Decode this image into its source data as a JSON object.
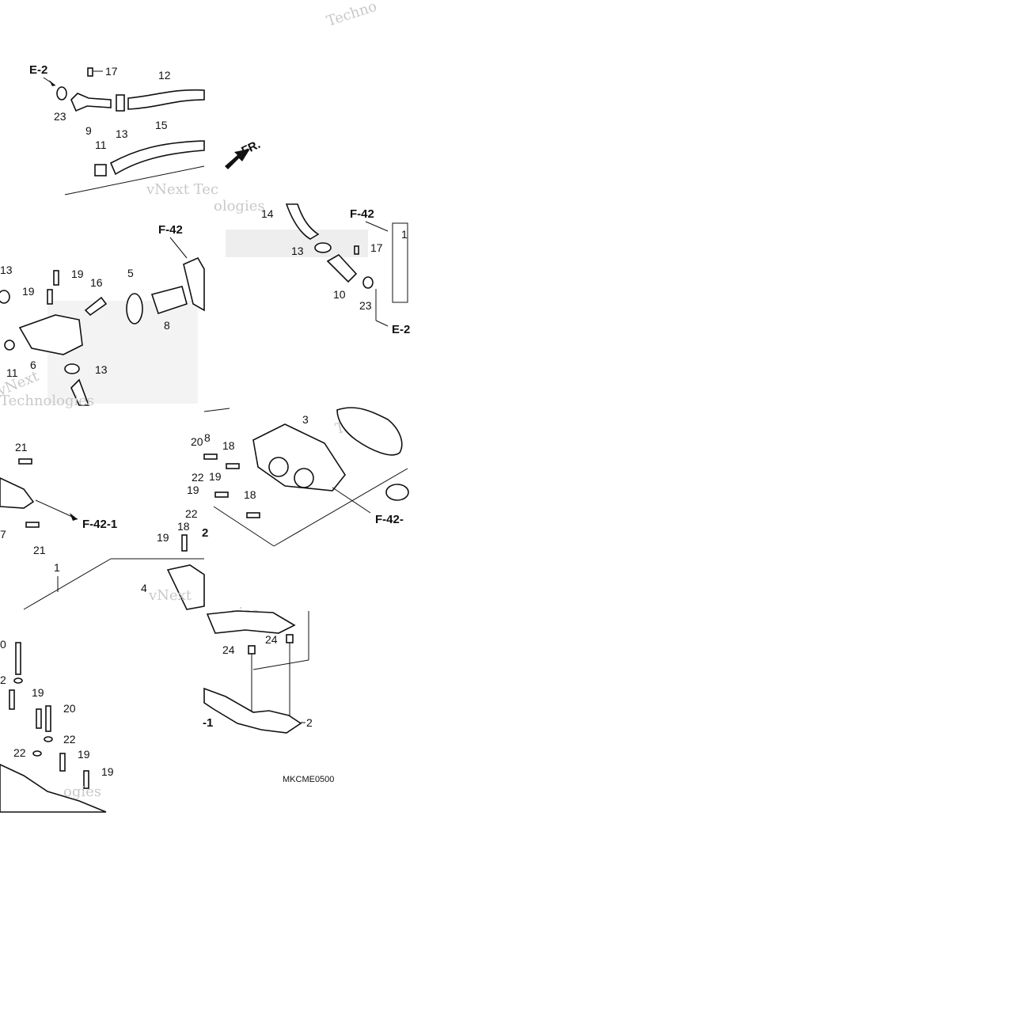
{
  "diagram_code": "MKCME0500",
  "direction_label": "FR.",
  "references": {
    "e2_top": "E-2",
    "e2_right": "E-2",
    "f42_mid": "F-42",
    "f42_right": "F-42",
    "f421_left": "F-42-1",
    "f421_right": "F-42-",
    "f421_bottom": "-1",
    "cut_2": "2"
  },
  "callouts": {
    "c17a": "17",
    "c12": "12",
    "c23a": "23",
    "c9": "9",
    "c13a": "13",
    "c15": "15",
    "c11a": "11",
    "c14": "14",
    "c13b": "13",
    "c17b": "17",
    "c10": "10",
    "c23b": "23",
    "c1top": "1",
    "c13c": "13",
    "c19a": "19",
    "c16": "16",
    "c5": "5",
    "c19b": "19",
    "c8": "8",
    "c13d": "13",
    "c11b": "11",
    "c6": "6",
    "c21a": "21",
    "c7": "7",
    "c21b": "21",
    "c1": "1",
    "c4": "4",
    "c22a": "22",
    "c18a": "18",
    "c19c": "19",
    "c20a": "20",
    "c8b": "8",
    "c3": "3",
    "c18b": "18",
    "c22b": "22",
    "c19d": "19",
    "c19e": "19",
    "c18c": "18",
    "c24a": "24",
    "c24b": "24",
    "c2": "2",
    "c10b": "0",
    "c2b": "2",
    "c19f": "19",
    "c20b": "20",
    "c22c": "22",
    "c22d": "22",
    "c19g": "19",
    "c19h": "19"
  },
  "watermarks": {
    "w1": "Techno",
    "w2": "vNext Tec",
    "w3": "vNext",
    "w4": "ologies",
    "w5": "Technologies",
    "w6": "Techno",
    "w7": "vNext",
    "w8": "gies",
    "w9": "Ne",
    "w10": "ogies"
  }
}
